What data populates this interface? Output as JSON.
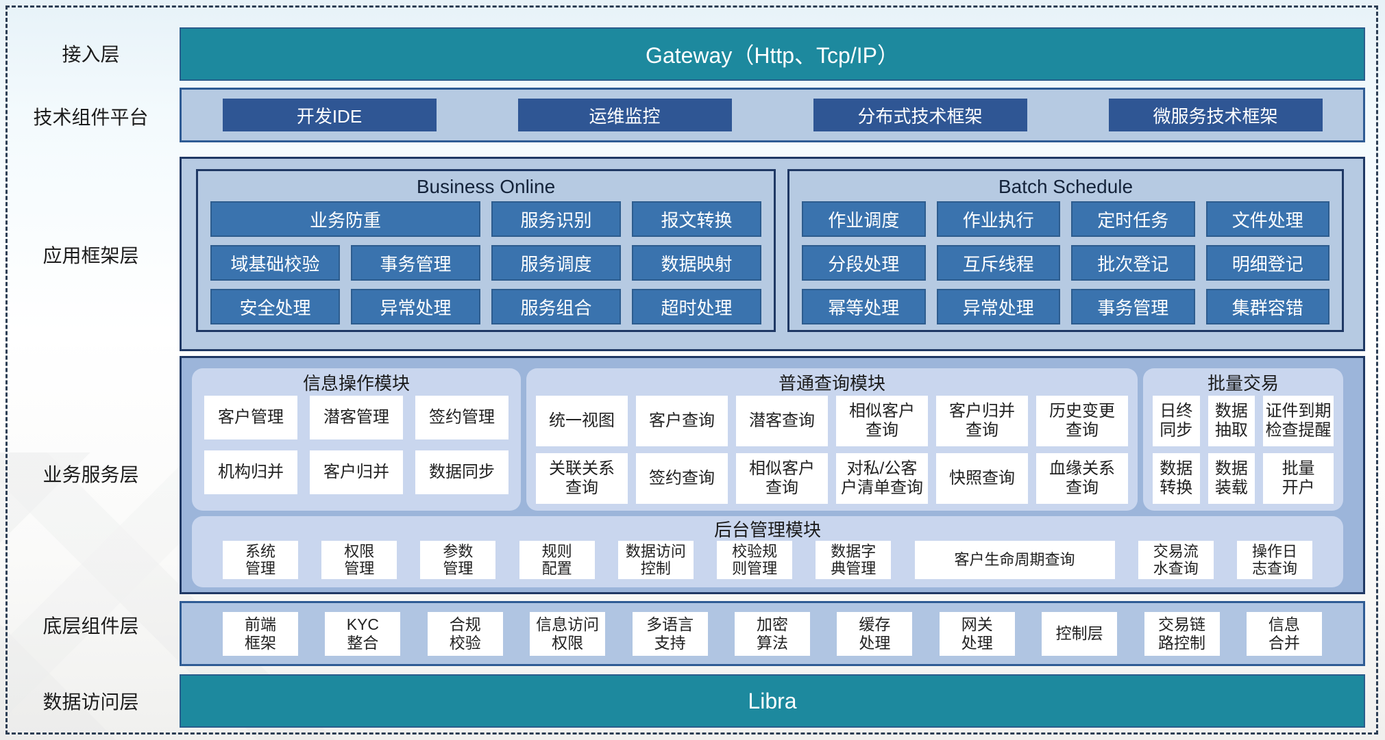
{
  "colors": {
    "teal_bar": "#1d899e",
    "panel_light_blue": "#b6cae2",
    "panel_medium_blue": "#9cb5da",
    "panel_inner_blue": "#c9d6ee",
    "button_dark_blue": "#2f5694",
    "button_steel_blue": "#3a73ae",
    "border_navy": "#1f3864",
    "dashed_border": "#2c3e54",
    "white_box": "#ffffff"
  },
  "layers": {
    "access": {
      "label": "接入层",
      "bar_label": "Gateway（Http、Tcp/IP）"
    },
    "tech_platform": {
      "label": "技术组件平台",
      "items": [
        "开发IDE",
        "运维监控",
        "分布式技术框架",
        "微服务技术框架"
      ]
    },
    "app_framework": {
      "label": "应用框架层",
      "business_online": {
        "title": "Business Online",
        "items": [
          "业务防重",
          "服务识别",
          "报文转换",
          "域基础校验",
          "事务管理",
          "服务调度",
          "数据映射",
          "安全处理",
          "异常处理",
          "服务组合",
          "超时处理"
        ]
      },
      "batch_schedule": {
        "title": "Batch Schedule",
        "items": [
          "作业调度",
          "作业执行",
          "定时任务",
          "文件处理",
          "分段处理",
          "互斥线程",
          "批次登记",
          "明细登记",
          "幂等处理",
          "异常处理",
          "事务管理",
          "集群容错"
        ]
      }
    },
    "business_service": {
      "label": "业务服务层",
      "info_module": {
        "title": "信息操作模块",
        "items": [
          "客户管理",
          "潜客管理",
          "签约管理",
          "机构归并",
          "客户归并",
          "数据同步"
        ]
      },
      "query_module": {
        "title": "普通查询模块",
        "items": [
          "统一视图",
          "客户查询",
          "潜客查询",
          "相似客户\n查询",
          "客户归并\n查询",
          "历史变更\n查询",
          "关联关系\n查询",
          "签约查询",
          "相似客户\n查询",
          "对私/公客\n户清单查询",
          "快照查询",
          "血缘关系\n查询"
        ]
      },
      "batch_trade": {
        "title": "批量交易",
        "items": [
          "日终\n同步",
          "数据\n抽取",
          "证件到期\n检查提醒",
          "数据\n转换",
          "数据\n装载",
          "批量\n开户"
        ]
      },
      "admin_module": {
        "title": "后台管理模块",
        "items": [
          "系统\n管理",
          "权限\n管理",
          "参数\n管理",
          "规则\n配置",
          "数据访问\n控制",
          "校验规\n则管理",
          "数据字\n典管理",
          "客户生命周期查询",
          "交易流\n水查询",
          "操作日\n志查询"
        ]
      }
    },
    "base_components": {
      "label": "底层组件层",
      "items": [
        "前端\n框架",
        "KYC\n整合",
        "合规\n校验",
        "信息访问\n权限",
        "多语言\n支持",
        "加密\n算法",
        "缓存\n处理",
        "网关\n处理",
        "控制层",
        "交易链\n路控制",
        "信息\n合并"
      ]
    },
    "data_access": {
      "label": "数据访问层",
      "bar_label": "Libra"
    }
  }
}
